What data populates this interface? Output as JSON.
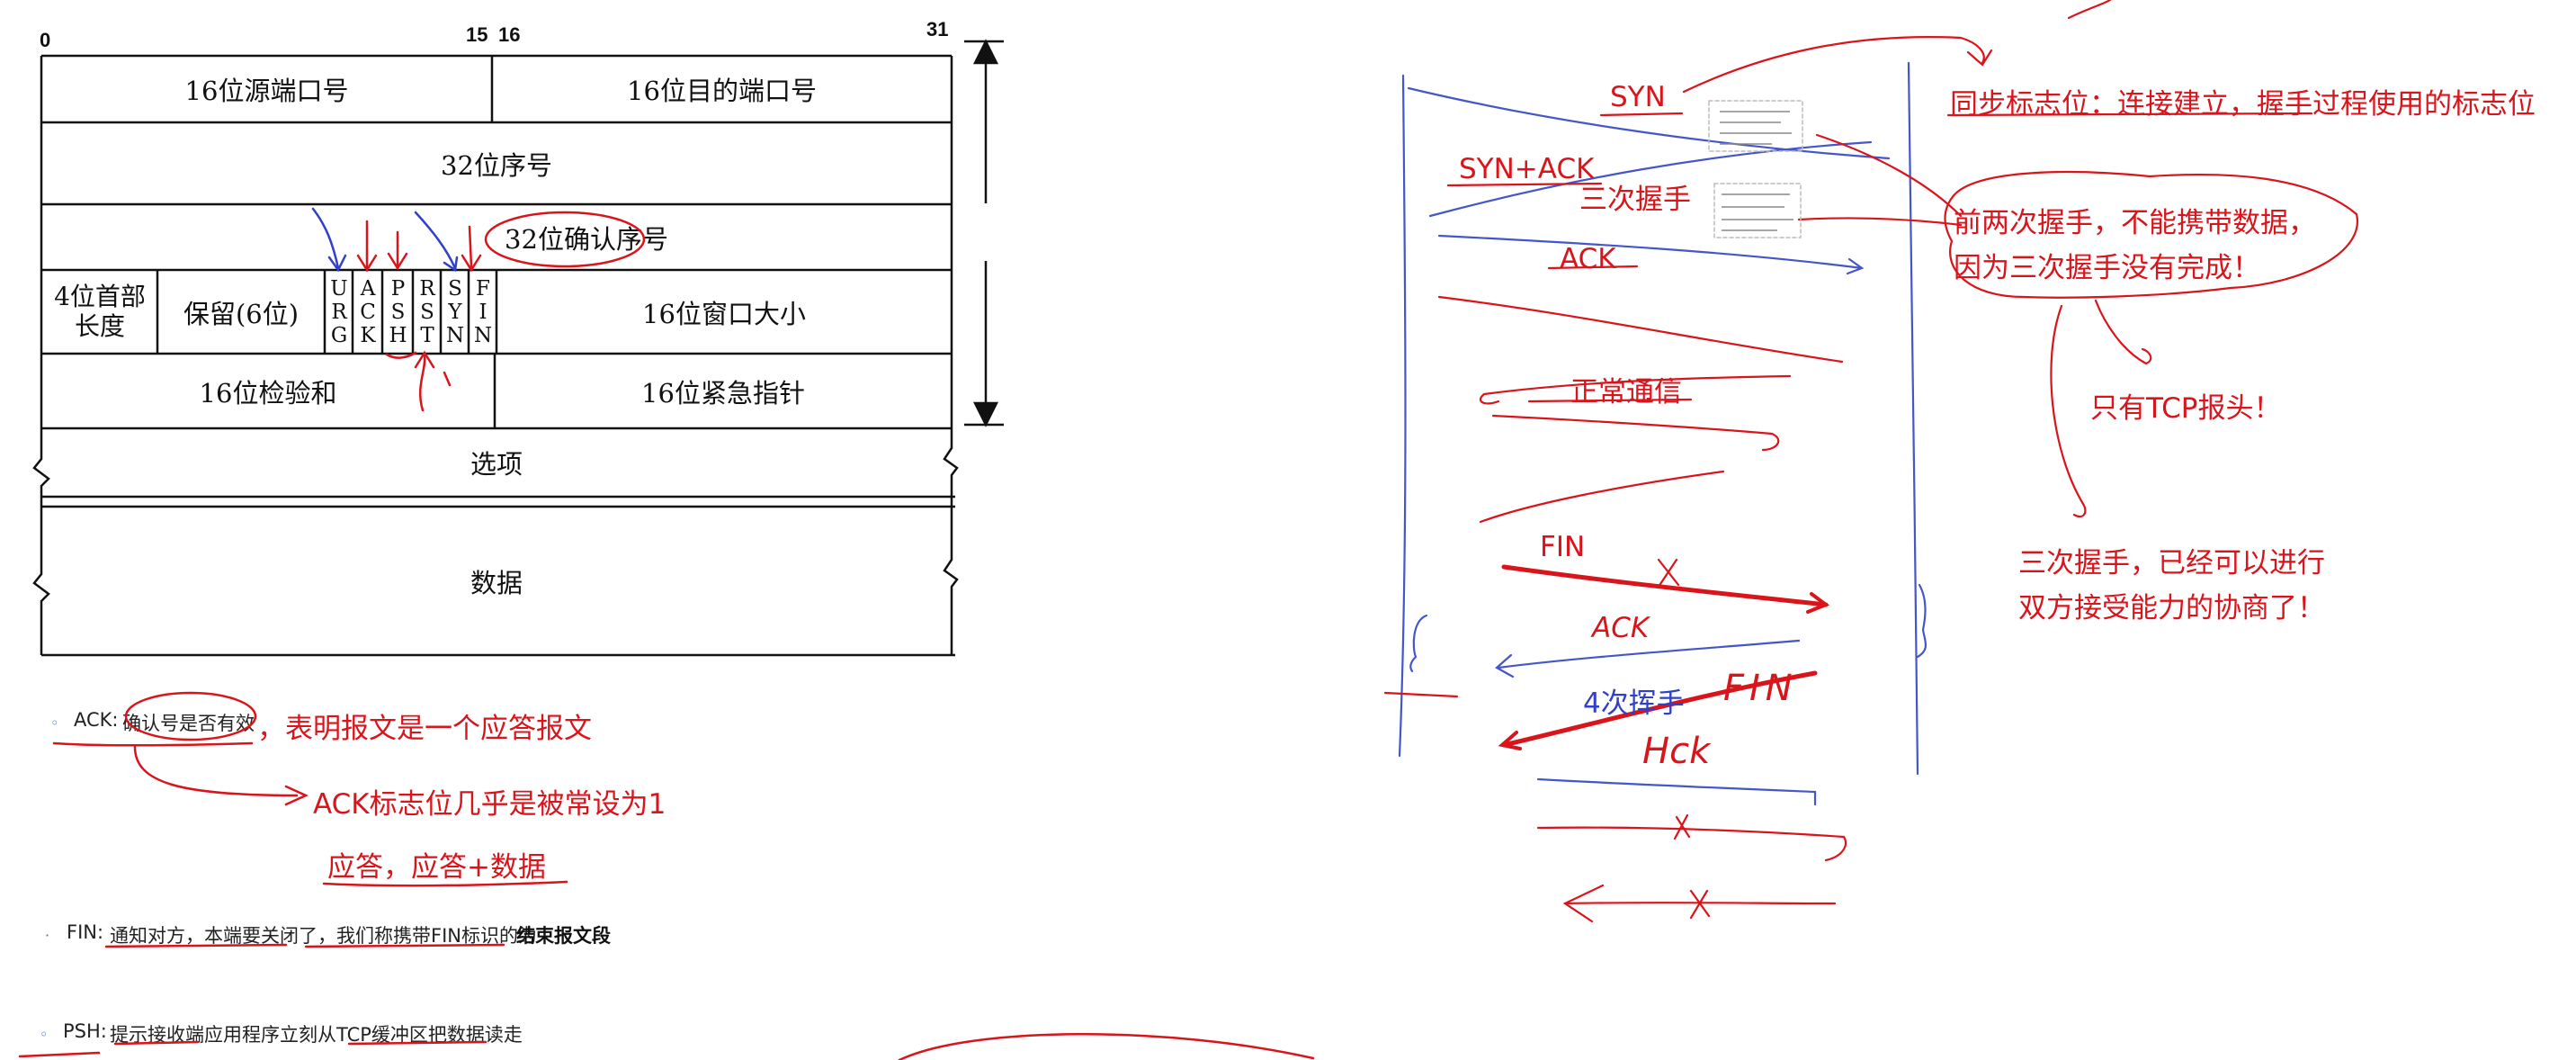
{
  "header_diagram": {
    "bit_numbers": [
      "0",
      "15",
      "16",
      "31"
    ],
    "rows": {
      "src_port": "16位源端口号",
      "dst_port": "16位目的端口号",
      "seq": "32位序号",
      "ack_no": "32位确认序号",
      "header_len": "4位首部长度",
      "reserved": "保留(6位)",
      "flags": [
        "URG",
        "ACK",
        "PSH",
        "RST",
        "SYN",
        "FIN"
      ],
      "window": "16位窗口大小",
      "checksum": "16位检验和",
      "urgent": "16位紧急指针",
      "options": "选项",
      "data": "数据"
    }
  },
  "notes": {
    "ack": {
      "prefix": "ACK: ",
      "text": "确认号是否有效",
      "annotation": "，表明报文是一个应答报文",
      "extra1": "ACK标志位几乎是被常设为1",
      "extra2": "应答，应答+数据"
    },
    "fin": {
      "prefix": "FIN: ",
      "text1": "通知对方，本端要关闭了，我们称携带FIN标识的为",
      "bold": "结束报文段"
    },
    "psh": {
      "prefix": "PSH: ",
      "text": "提示接收端应用程序立刻从TCP缓冲区把数据读走"
    }
  },
  "sequence": {
    "syn": "SYN",
    "syn_ack": "SYN+ACK",
    "three_way": "三次握手",
    "ack": "ACK",
    "normal": "正常通信",
    "fin": "FIN",
    "four_way": "4次挥手",
    "syn_desc": "同步标志位：连接建立，握手过程使用的标志位",
    "no_data_line1": "前两次握手，不能携带数据，",
    "no_data_line2": "因为三次握手没有完成！",
    "only_header": "只有TCP报头！",
    "negotiate_line1": "三次握手，已经可以进行",
    "negotiate_line2": "双方接受能力的协商了！"
  },
  "colors": {
    "annotation_red": "#d9141b",
    "annotation_blue": "#3040c8",
    "table_line": "#111111"
  }
}
